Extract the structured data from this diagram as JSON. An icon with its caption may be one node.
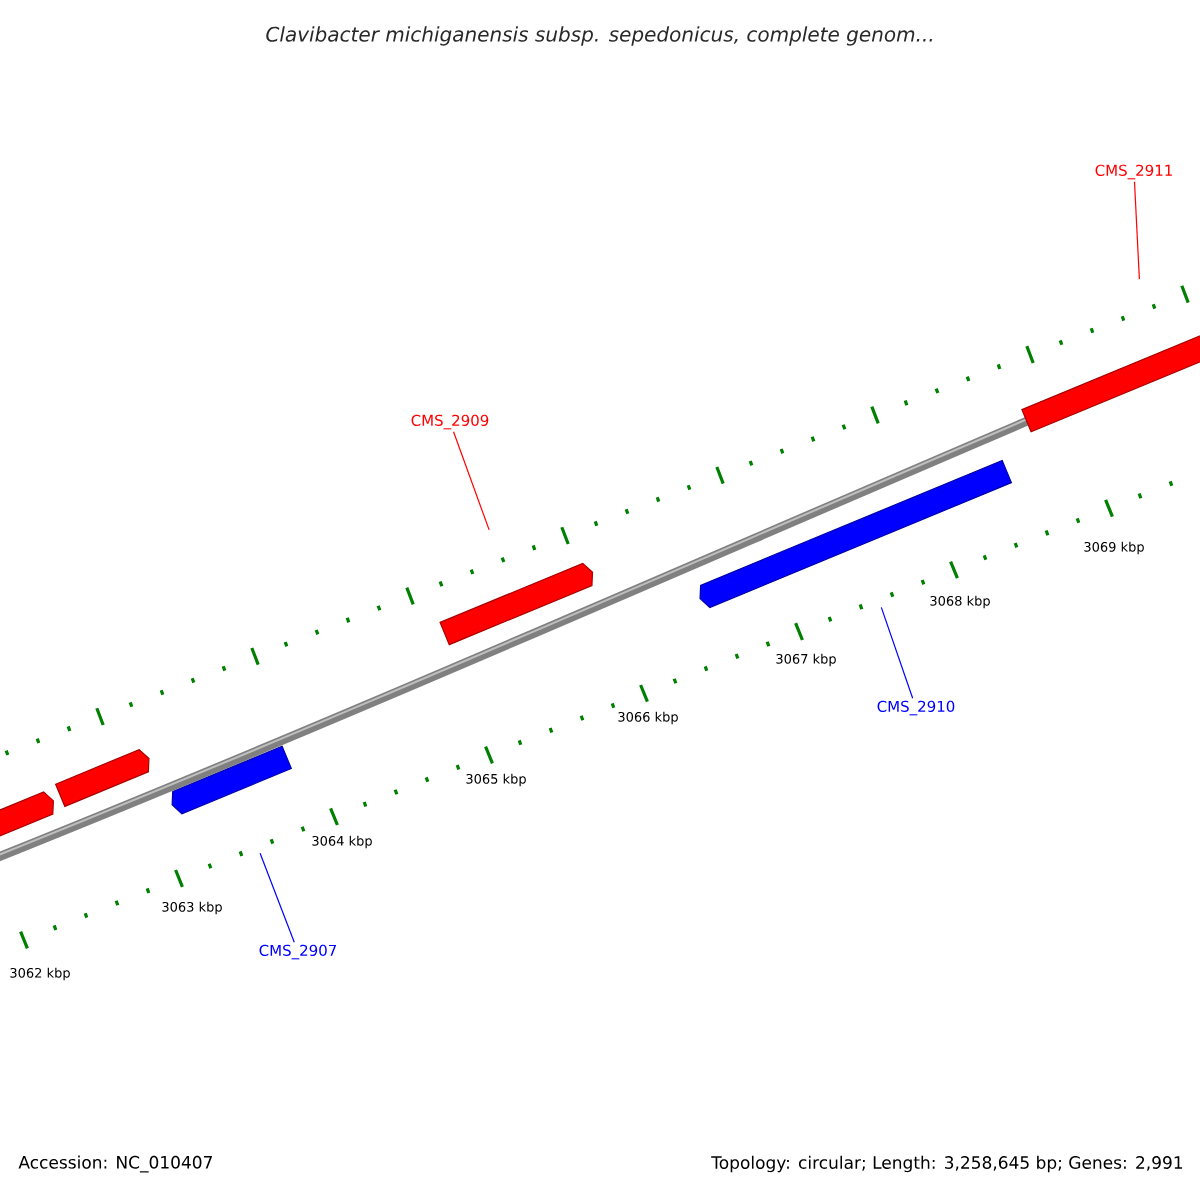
{
  "diagram": {
    "title": "Clavibacter michiganensis subsp. sepedonicus, complete genom...",
    "nodes": [
      {
        "text": [
          "CMS_2911"
        ]
      },
      {
        "text": [
          "CMS_2909"
        ]
      },
      {
        "text": [
          "CMS_2910"
        ]
      },
      {
        "text": [
          "CMS_2907"
        ]
      },
      {
        "text": [],
        "shape": "arrow"
      },
      {
        "text": [],
        "shape": "arrow"
      },
      {
        "text": [],
        "shape": "arrow"
      },
      {
        "text": [],
        "shape": "arrow"
      },
      {
        "text": [],
        "shape": "arrow"
      },
      {
        "text": [],
        "shape": "arrow"
      }
    ],
    "edges": [
      {
        "from": 0,
        "to": 9,
        "arrow": "none",
        "color": "#ff0000"
      },
      {
        "from": 1,
        "to": 7,
        "arrow": "none",
        "color": "#ff0000"
      },
      {
        "from": 2,
        "to": 8,
        "arrow": "none",
        "color": "#0000ff"
      },
      {
        "from": 3,
        "to": 6,
        "arrow": "none",
        "color": "#0000ff"
      }
    ],
    "labels": [
      "3069 kbp",
      "3068 kbp",
      "3067 kbp",
      "3066 kbp",
      "3065 kbp",
      "3064 kbp",
      "3063 kbp",
      "3062 kbp",
      "Accession: NC_010407",
      "Topology: circular; Length: 3,258,645 bp; Genes: 2,991"
    ]
  }
}
